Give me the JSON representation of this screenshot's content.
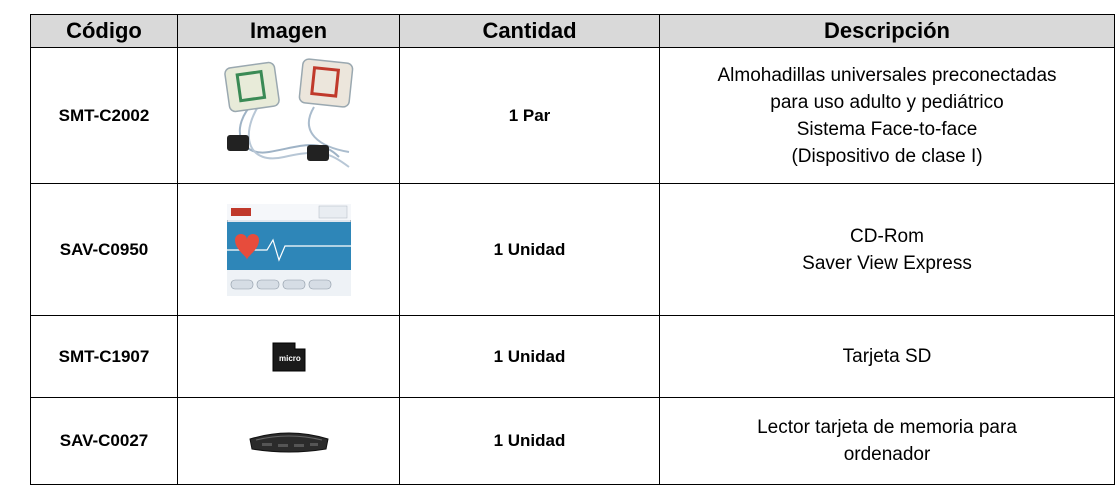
{
  "header": {
    "codigo": "Código",
    "imagen": "Imagen",
    "cantidad": "Cantidad",
    "descripcion": "Descripción"
  },
  "rows": [
    {
      "codigo": "SMT-C2002",
      "imagen": "electrode-pads-image",
      "cantidad": "1 Par",
      "descripcion": [
        "Almohadillas universales preconectadas",
        "para uso adulto y pediátrico",
        "Sistema Face-to-face",
        "(Dispositivo de clase I)"
      ]
    },
    {
      "codigo": "SAV-C0950",
      "imagen": "software-screen-image",
      "cantidad": "1 Unidad",
      "descripcion": [
        "CD-Rom",
        "Saver View Express"
      ]
    },
    {
      "codigo": "SMT-C1907",
      "imagen": "micro-sd-card-image",
      "cantidad": "1 Unidad",
      "descripcion": [
        "Tarjeta SD"
      ]
    },
    {
      "codigo": "SAV-C0027",
      "imagen": "card-reader-image",
      "cantidad": "1 Unidad",
      "descripcion": [
        "Lector tarjeta de memoria para",
        "ordenador"
      ]
    }
  ],
  "images": {
    "sd_logo": "micro"
  }
}
